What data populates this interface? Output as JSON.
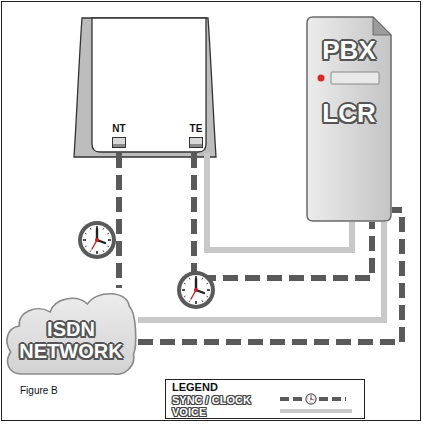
{
  "diagram": {
    "nodes": [
      {
        "text": [
          "NT"
        ]
      },
      {
        "text": [
          "TE"
        ]
      },
      {
        "text": [
          "PBX",
          "LCR"
        ]
      },
      {
        "text": [
          "ISDN NETWORK"
        ]
      }
    ],
    "edges": [
      {
        "from": 0,
        "to": 3,
        "arrow": "none"
      },
      {
        "from": 1,
        "to": 2,
        "arrow": "none"
      },
      {
        "from": 1,
        "to": 2,
        "arrow": "none"
      },
      {
        "from": 3,
        "to": 2,
        "arrow": "none"
      },
      {
        "from": 3,
        "to": 2,
        "arrow": "none"
      }
    ],
    "labels": [
      "Figure B",
      "LEGEND"
    ],
    "legend": [
      {
        "text": "SYNC / CLOCK"
      },
      {
        "text": "VOICE"
      }
    ]
  }
}
